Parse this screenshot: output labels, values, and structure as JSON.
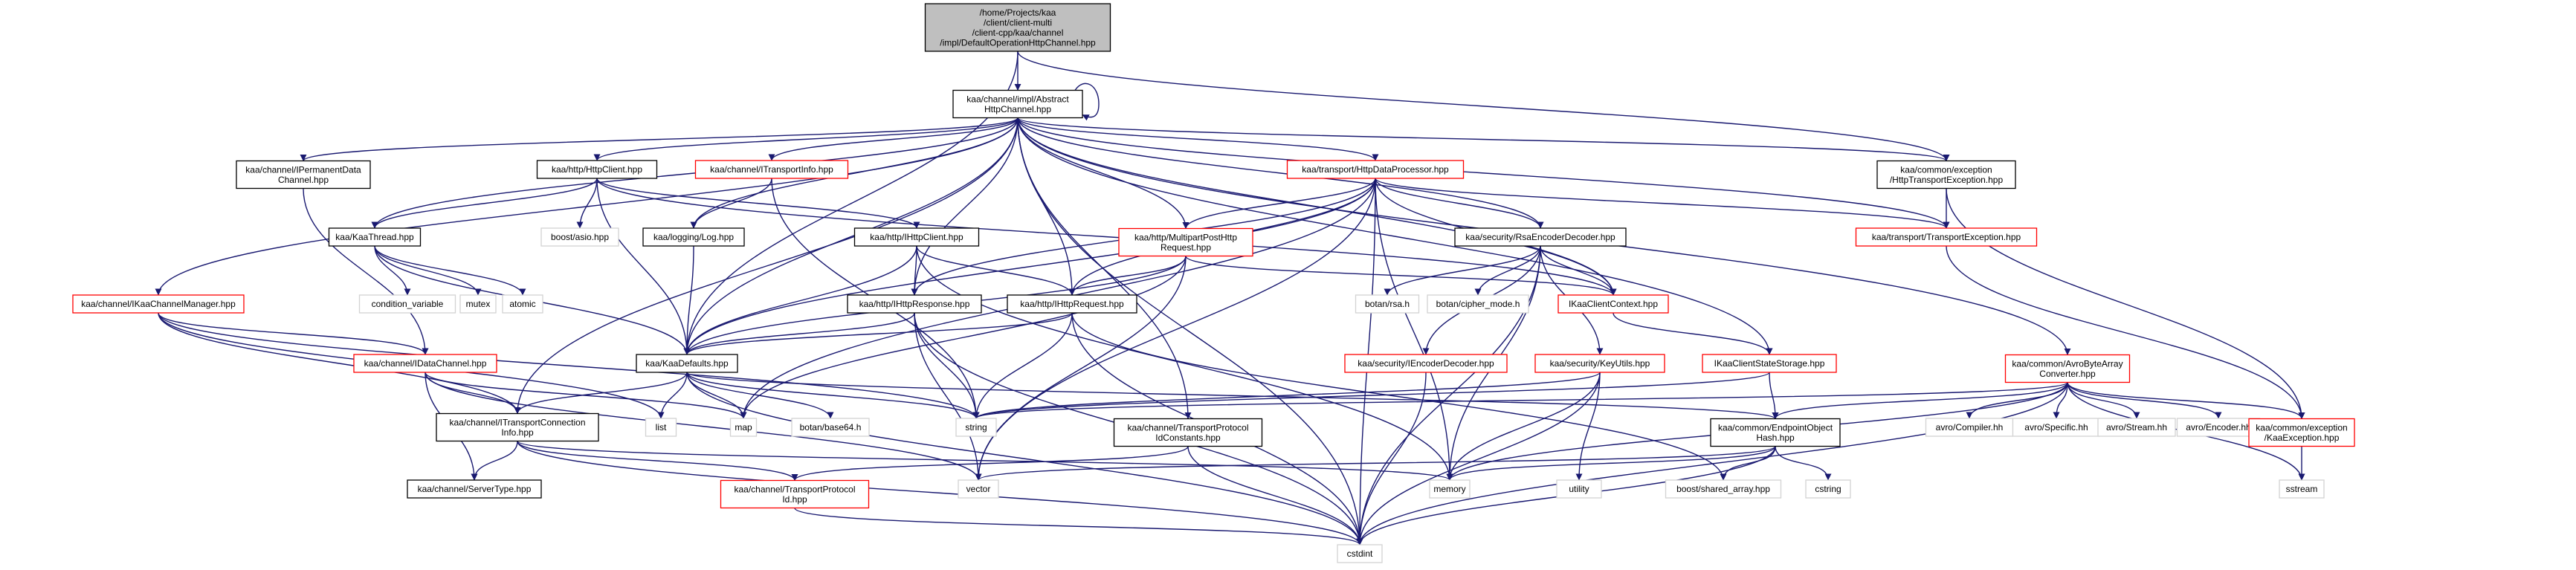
{
  "colors": {
    "edge": "#191970",
    "root_fill": "#bfbfbf",
    "node_fill": "#ffffff",
    "linked_border": "#000000",
    "documented_border": "#ff0000",
    "external_border": "#d3d3d3"
  },
  "nodes": [
    {
      "id": "root",
      "style": "root",
      "lines": [
        "/home/Projects/kaa",
        "/client/client-multi",
        "/client-cpp/kaa/channel",
        "/impl/DefaultOperationHttpChannel.hpp"
      ]
    },
    {
      "id": "ahc",
      "style": "linked",
      "lines": [
        "kaa/channel/impl/Abstract",
        "HttpChannel.hpp"
      ]
    },
    {
      "id": "ipdc",
      "style": "linked",
      "lines": [
        "kaa/channel/IPermanentData",
        "Channel.hpp"
      ]
    },
    {
      "id": "httpclient",
      "style": "linked",
      "lines": [
        "kaa/http/HttpClient.hpp"
      ]
    },
    {
      "id": "itransinfo",
      "style": "documented",
      "lines": [
        "kaa/channel/ITransportInfo.hpp"
      ]
    },
    {
      "id": "hdp",
      "style": "documented",
      "lines": [
        "kaa/transport/HttpDataProcessor.hpp"
      ]
    },
    {
      "id": "hte",
      "style": "linked",
      "lines": [
        "kaa/common/exception",
        "/HttpTransportException.hpp"
      ]
    },
    {
      "id": "kaathread",
      "style": "linked",
      "lines": [
        "kaa/KaaThread.hpp"
      ]
    },
    {
      "id": "boostasio",
      "style": "external",
      "lines": [
        "boost/asio.hpp"
      ]
    },
    {
      "id": "log",
      "style": "linked",
      "lines": [
        "kaa/logging/Log.hpp"
      ]
    },
    {
      "id": "ihttpclient",
      "style": "linked",
      "lines": [
        "kaa/http/IHttpClient.hpp"
      ]
    },
    {
      "id": "mphr",
      "style": "documented",
      "lines": [
        "kaa/http/MultipartPostHttp",
        "Request.hpp"
      ]
    },
    {
      "id": "rsa",
      "style": "linked",
      "lines": [
        "kaa/security/RsaEncoderDecoder.hpp"
      ]
    },
    {
      "id": "te",
      "style": "documented",
      "lines": [
        "kaa/transport/TransportException.hpp"
      ]
    },
    {
      "id": "icm",
      "style": "documented",
      "lines": [
        "kaa/channel/IKaaChannelManager.hpp"
      ]
    },
    {
      "id": "condvar",
      "style": "external",
      "lines": [
        "condition_variable"
      ]
    },
    {
      "id": "mutex",
      "style": "external",
      "lines": [
        "mutex"
      ]
    },
    {
      "id": "atomic",
      "style": "external",
      "lines": [
        "atomic"
      ]
    },
    {
      "id": "ihttpresp",
      "style": "linked",
      "lines": [
        "kaa/http/IHttpResponse.hpp"
      ]
    },
    {
      "id": "ihttpreq",
      "style": "linked",
      "lines": [
        "kaa/http/IHttpRequest.hpp"
      ]
    },
    {
      "id": "botanrsa",
      "style": "external",
      "lines": [
        "botan/rsa.h"
      ]
    },
    {
      "id": "botancm",
      "style": "external",
      "lines": [
        "botan/cipher_mode.h"
      ]
    },
    {
      "id": "ikcc",
      "style": "documented",
      "lines": [
        "IKaaClientContext.hpp"
      ]
    },
    {
      "id": "idc",
      "style": "documented",
      "lines": [
        "kaa/channel/IDataChannel.hpp"
      ]
    },
    {
      "id": "kaadefaults",
      "style": "linked",
      "lines": [
        "kaa/KaaDefaults.hpp"
      ]
    },
    {
      "id": "iencdec",
      "style": "documented",
      "lines": [
        "kaa/security/IEncoderDecoder.hpp"
      ]
    },
    {
      "id": "keyutils",
      "style": "documented",
      "lines": [
        "kaa/security/KeyUtils.hpp"
      ]
    },
    {
      "id": "ikcs",
      "style": "documented",
      "lines": [
        "IKaaClientStateStorage.hpp"
      ]
    },
    {
      "id": "abac",
      "style": "documented",
      "lines": [
        "kaa/common/AvroByteArray",
        "Converter.hpp"
      ]
    },
    {
      "id": "itci",
      "style": "linked",
      "lines": [
        "kaa/channel/ITransportConnection",
        "Info.hpp"
      ]
    },
    {
      "id": "list",
      "style": "external",
      "lines": [
        "list"
      ]
    },
    {
      "id": "map",
      "style": "external",
      "lines": [
        "map"
      ]
    },
    {
      "id": "botanb64",
      "style": "external",
      "lines": [
        "botan/base64.h"
      ]
    },
    {
      "id": "string",
      "style": "external",
      "lines": [
        "string"
      ]
    },
    {
      "id": "tpic",
      "style": "linked",
      "lines": [
        "kaa/channel/TransportProtocol",
        "IdConstants.hpp"
      ]
    },
    {
      "id": "eoh",
      "style": "linked",
      "lines": [
        "kaa/common/EndpointObject",
        "Hash.hpp"
      ]
    },
    {
      "id": "avrocompiler",
      "style": "external",
      "lines": [
        "avro/Compiler.hh"
      ]
    },
    {
      "id": "avrospecific",
      "style": "external",
      "lines": [
        "avro/Specific.hh"
      ]
    },
    {
      "id": "avrostream",
      "style": "external",
      "lines": [
        "avro/Stream.hh"
      ]
    },
    {
      "id": "avroencoder",
      "style": "external",
      "lines": [
        "avro/Encoder.hh"
      ]
    },
    {
      "id": "kaaexc",
      "style": "documented",
      "lines": [
        "kaa/common/exception",
        "/KaaException.hpp"
      ]
    },
    {
      "id": "servertype",
      "style": "linked",
      "lines": [
        "kaa/channel/ServerType.hpp"
      ]
    },
    {
      "id": "tpid",
      "style": "documented",
      "lines": [
        "kaa/channel/TransportProtocol",
        "Id.hpp"
      ]
    },
    {
      "id": "vector",
      "style": "external",
      "lines": [
        "vector"
      ]
    },
    {
      "id": "memory",
      "style": "external",
      "lines": [
        "memory"
      ]
    },
    {
      "id": "utility",
      "style": "external",
      "lines": [
        "utility"
      ]
    },
    {
      "id": "bsa",
      "style": "external",
      "lines": [
        "boost/shared_array.hpp"
      ]
    },
    {
      "id": "cstring",
      "style": "external",
      "lines": [
        "cstring"
      ]
    },
    {
      "id": "sstream",
      "style": "external",
      "lines": [
        "sstream"
      ]
    },
    {
      "id": "cstdint",
      "style": "external",
      "lines": [
        "cstdint"
      ]
    }
  ],
  "edges": [
    [
      "root",
      "ahc"
    ],
    [
      "root",
      "hte"
    ],
    [
      "root",
      "kaadefaults"
    ],
    [
      "ahc",
      "ipdc"
    ],
    [
      "ahc",
      "httpclient"
    ],
    [
      "ahc",
      "itransinfo"
    ],
    [
      "ahc",
      "hdp"
    ],
    [
      "ahc",
      "hte"
    ],
    [
      "ahc",
      "kaathread"
    ],
    [
      "ahc",
      "log"
    ],
    [
      "ahc",
      "mphr"
    ],
    [
      "ahc",
      "rsa"
    ],
    [
      "ahc",
      "te"
    ],
    [
      "ahc",
      "icm"
    ],
    [
      "ahc",
      "ihttpresp"
    ],
    [
      "ahc",
      "ihttpreq"
    ],
    [
      "ahc",
      "ikcc"
    ],
    [
      "ahc",
      "kaadefaults"
    ],
    [
      "ahc",
      "ikcs"
    ],
    [
      "ahc",
      "abac"
    ],
    [
      "ahc",
      "itci"
    ],
    [
      "ahc",
      "tpic"
    ],
    [
      "ahc",
      "cstdint"
    ],
    [
      "ipdc",
      "idc"
    ],
    [
      "httpclient",
      "kaathread"
    ],
    [
      "httpclient",
      "boostasio"
    ],
    [
      "httpclient",
      "ihttpclient"
    ],
    [
      "httpclient",
      "kaadefaults"
    ],
    [
      "httpclient",
      "ikcc"
    ],
    [
      "itransinfo",
      "log"
    ],
    [
      "itransinfo",
      "string"
    ],
    [
      "hdp",
      "mphr"
    ],
    [
      "hdp",
      "rsa"
    ],
    [
      "hdp",
      "te"
    ],
    [
      "hdp",
      "ihttpresp"
    ],
    [
      "hdp",
      "ihttpreq"
    ],
    [
      "hdp",
      "ikcc"
    ],
    [
      "hdp",
      "kaadefaults"
    ],
    [
      "hdp",
      "map"
    ],
    [
      "hdp",
      "vector"
    ],
    [
      "hdp",
      "memory"
    ],
    [
      "hdp",
      "cstdint"
    ],
    [
      "hte",
      "te"
    ],
    [
      "hte",
      "kaaexc"
    ],
    [
      "kaathread",
      "condvar"
    ],
    [
      "kaathread",
      "mutex"
    ],
    [
      "kaathread",
      "atomic"
    ],
    [
      "kaathread",
      "kaadefaults"
    ],
    [
      "log",
      "kaadefaults"
    ],
    [
      "ihttpclient",
      "ihttpresp"
    ],
    [
      "ihttpclient",
      "ihttpreq"
    ],
    [
      "ihttpclient",
      "kaadefaults"
    ],
    [
      "ihttpclient",
      "memory"
    ],
    [
      "mphr",
      "ihttpreq"
    ],
    [
      "mphr",
      "ikcc"
    ],
    [
      "mphr",
      "kaadefaults"
    ],
    [
      "mphr",
      "map"
    ],
    [
      "mphr",
      "vector"
    ],
    [
      "rsa",
      "botanrsa"
    ],
    [
      "rsa",
      "botancm"
    ],
    [
      "rsa",
      "ikcc"
    ],
    [
      "rsa",
      "iencdec"
    ],
    [
      "rsa",
      "keyutils"
    ],
    [
      "rsa",
      "memory"
    ],
    [
      "rsa",
      "cstdint"
    ],
    [
      "te",
      "kaaexc"
    ],
    [
      "icm",
      "idc"
    ],
    [
      "icm",
      "itci"
    ],
    [
      "icm",
      "list"
    ],
    [
      "icm",
      "string"
    ],
    [
      "ihttpresp",
      "kaadefaults"
    ],
    [
      "ihttpresp",
      "string"
    ],
    [
      "ihttpresp",
      "vector"
    ],
    [
      "ihttpresp",
      "cstdint"
    ],
    [
      "ihttpreq",
      "kaadefaults"
    ],
    [
      "ihttpreq",
      "string"
    ],
    [
      "ihttpreq",
      "bsa"
    ],
    [
      "ihttpreq",
      "cstdint"
    ],
    [
      "ikcc",
      "ikcs"
    ],
    [
      "idc",
      "itci"
    ],
    [
      "idc",
      "servertype"
    ],
    [
      "idc",
      "map"
    ],
    [
      "idc",
      "vector"
    ],
    [
      "kaadefaults",
      "itci"
    ],
    [
      "kaadefaults",
      "list"
    ],
    [
      "kaadefaults",
      "map"
    ],
    [
      "kaadefaults",
      "botanb64"
    ],
    [
      "kaadefaults",
      "string"
    ],
    [
      "kaadefaults",
      "eoh"
    ],
    [
      "kaadefaults",
      "cstdint"
    ],
    [
      "iencdec",
      "cstdint"
    ],
    [
      "keyutils",
      "string"
    ],
    [
      "keyutils",
      "memory"
    ],
    [
      "keyutils",
      "utility"
    ],
    [
      "keyutils",
      "cstdint"
    ],
    [
      "ikcs",
      "eoh"
    ],
    [
      "ikcs",
      "string"
    ],
    [
      "abac",
      "eoh"
    ],
    [
      "abac",
      "avrocompiler"
    ],
    [
      "abac",
      "avrospecific"
    ],
    [
      "abac",
      "avrostream"
    ],
    [
      "abac",
      "avroencoder"
    ],
    [
      "abac",
      "kaaexc"
    ],
    [
      "abac",
      "string"
    ],
    [
      "abac",
      "sstream"
    ],
    [
      "abac",
      "memory"
    ],
    [
      "abac",
      "cstdint"
    ],
    [
      "itci",
      "servertype"
    ],
    [
      "itci",
      "tpid"
    ],
    [
      "itci",
      "memory"
    ],
    [
      "itci",
      "cstdint"
    ],
    [
      "tpic",
      "tpid"
    ],
    [
      "tpic",
      "cstdint"
    ],
    [
      "eoh",
      "vector"
    ],
    [
      "eoh",
      "memory"
    ],
    [
      "eoh",
      "bsa"
    ],
    [
      "eoh",
      "cstring"
    ],
    [
      "eoh",
      "cstdint"
    ],
    [
      "kaaexc",
      "sstream"
    ],
    [
      "tpid",
      "cstdint"
    ]
  ],
  "self_loops": [
    "ahc"
  ]
}
